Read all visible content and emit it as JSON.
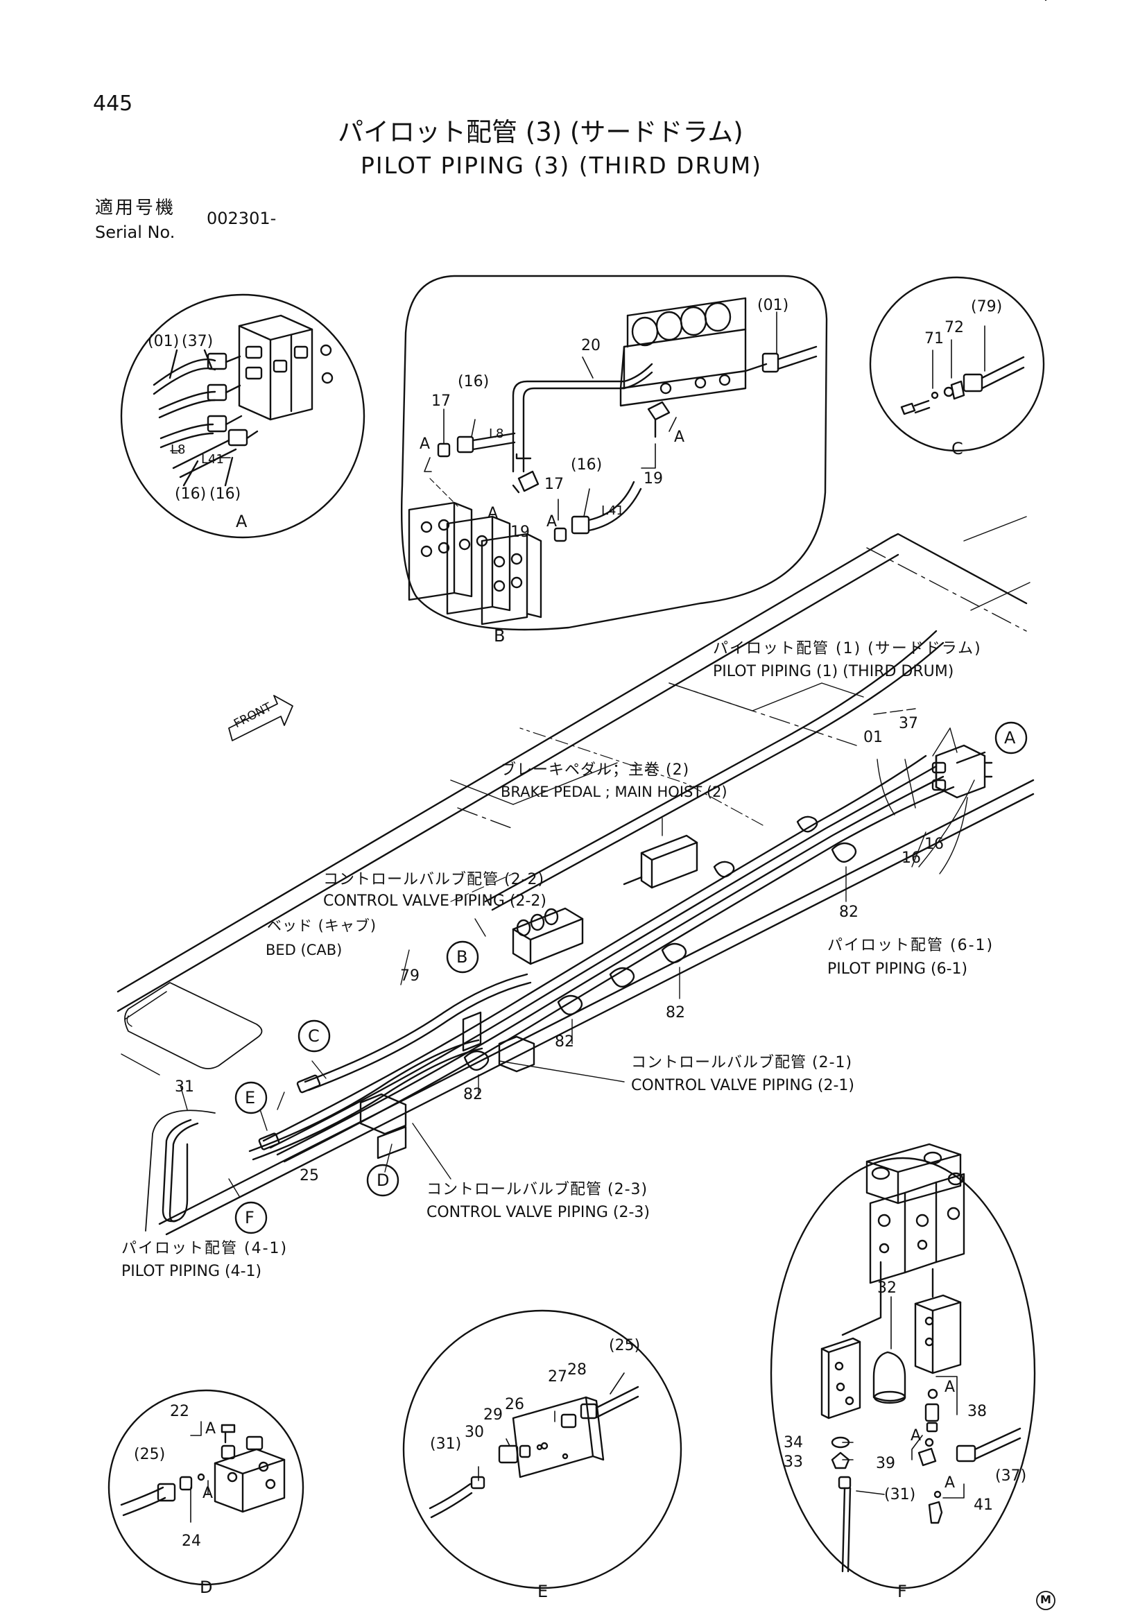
{
  "header": {
    "page_number": "445",
    "title_jp": "パイロット配管 (3) (サードドラム)",
    "title_en": "PILOT PIPING (3) (THIRD DRUM)",
    "serial_label_jp": "適用号機",
    "serial_label_en": "Serial No.",
    "serial_value": "002301-"
  },
  "detail_letters": {
    "a": "A",
    "b": "B",
    "c": "C",
    "d": "D",
    "e": "E",
    "f": "F"
  },
  "part_labels": {
    "p01": "(01)",
    "p37": "(37)",
    "p16": "(16)",
    "p79": "(79)",
    "p25": "(25)",
    "p31": "(31)",
    "n01": "01",
    "n16": "16",
    "n17": "17",
    "n19": "19",
    "n20": "20",
    "n22": "22",
    "n24": "24",
    "n25": "25",
    "n26": "26",
    "n27": "27",
    "n28": "28",
    "n29": "29",
    "n30": "30",
    "n31": "31",
    "n32": "32",
    "n33": "33",
    "n34": "34",
    "n37": "37",
    "n38": "38",
    "n39": "39",
    "n41": "41",
    "n71": "71",
    "n72": "72",
    "n79": "79",
    "n82": "82",
    "l8": "L8",
    "l41": "L41",
    "front": "FRONT",
    "m": "M"
  },
  "callouts": {
    "pilot1_jp": "パイロット配管 (1) (サードドラム)",
    "pilot1_en": "PILOT PIPING (1) (THIRD DRUM)",
    "brake_jp": "ブレーキペダル；主巻 (2)",
    "brake_en": "BRAKE PEDAL ; MAIN HOIST (2)",
    "cv22_jp": "コントロールバルブ配管 (2-2)",
    "cv22_en": "CONTROL VALVE PIPING (2-2)",
    "bed_jp": "ベッド (キャブ)",
    "bed_en": "BED (CAB)",
    "pilot61_jp": "パイロット配管 (6-1)",
    "pilot61_en": "PILOT PIPING (6-1)",
    "cv21_jp": "コントロールバルブ配管 (2-1)",
    "cv21_en": "CONTROL VALVE PIPING (2-1)",
    "cv23_jp": "コントロールバルブ配管 (2-3)",
    "cv23_en": "CONTROL VALVE PIPING (2-3)",
    "pilot41_jp": "パイロット配管 (4-1)",
    "pilot41_en": "PILOT PIPING (4-1)"
  }
}
